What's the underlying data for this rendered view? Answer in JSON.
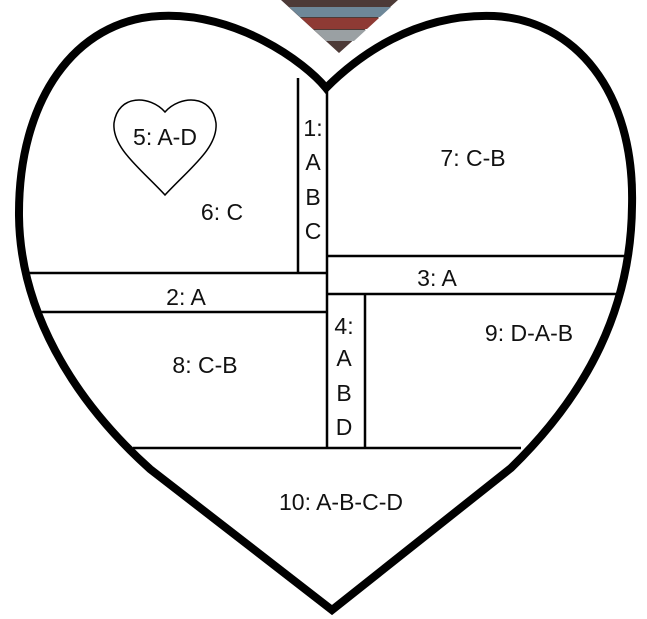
{
  "colors": {
    "outline": "#000000",
    "background": "#ffffff",
    "text": "#111111",
    "fabric_dark": "#4d3a37",
    "fabric_red": "#8e3a34",
    "fabric_blue": "#6e8798",
    "fabric_gray": "#9aa0a3"
  },
  "pieces": {
    "p1": {
      "number": "1:",
      "letters": [
        "A",
        "B",
        "C"
      ]
    },
    "p2": {
      "label": "2: A"
    },
    "p3": {
      "label": "3: A"
    },
    "p4": {
      "number": "4:",
      "letters": [
        "A",
        "B",
        "D"
      ]
    },
    "p5": {
      "label": "5: A-D"
    },
    "p6": {
      "label": "6: C"
    },
    "p7": {
      "label": "7: C-B"
    },
    "p8": {
      "label": "8: C-B"
    },
    "p9": {
      "label": "9: D-A-B"
    },
    "p10": {
      "label": "10: A-B-C-D"
    }
  },
  "icons": {
    "outer_heart": "heart-outline",
    "small_heart": "heart-outline",
    "fabric": "fabric-swatch"
  }
}
